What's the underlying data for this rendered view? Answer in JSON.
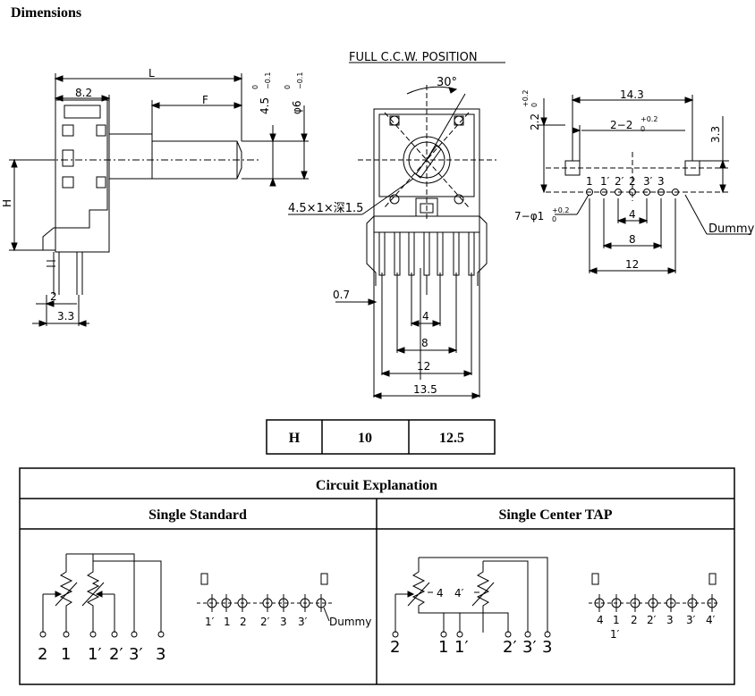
{
  "heading": "Dimensions",
  "side_view": {
    "L": "L",
    "d82": "8.2",
    "F": "F",
    "h45": "4.5",
    "h45_tol_top": "0",
    "h45_tol_bot": "−0.1",
    "phi6": "φ6",
    "phi6_tol_top": "0",
    "phi6_tol_bot": "−0.1",
    "H": "H",
    "d2": "2",
    "d33": "3.3"
  },
  "front_view": {
    "title": "FULL C.C.W. POSITION",
    "angle": "30°",
    "hole": "4.5×1×深1.5",
    "d07": "0.7",
    "d4": "4",
    "d8": "8",
    "d12": "12",
    "d135": "13.5"
  },
  "pin_view": {
    "d143": "14.3",
    "d22": "2.2",
    "d22_tol_top": "+0.2",
    "d22_tol_bot": "0",
    "d2x2": "2−2",
    "d2x2_tol_top": "+0.2",
    "d2x2_tol_bot": "0",
    "d33": "3.3",
    "holes": "7−φ1",
    "holes_tol_top": "+0.2",
    "holes_tol_bot": "0",
    "pins": [
      "1",
      "1′",
      "2′",
      "2",
      "3′",
      "3"
    ],
    "d4": "4",
    "d8": "8",
    "d12": "12",
    "dummy": "Dummy"
  },
  "h_table": {
    "label": "H",
    "v1": "10",
    "v2": "12.5"
  },
  "circuit": {
    "title": "Circuit Explanation",
    "left_header": "Single Standard",
    "right_header": "Single Center TAP",
    "std_schem_pins": [
      "2",
      "1",
      "1′",
      "2′",
      "3′",
      "3"
    ],
    "std_layout_pins": [
      "1′",
      "1",
      "2",
      "2′",
      "3",
      "3′"
    ],
    "std_dummy": "Dummy",
    "tap_schem_pins": [
      "2",
      "1",
      "1′",
      "2′",
      "3′",
      "3"
    ],
    "tap_schem_4": "4",
    "tap_schem_4p": "4′",
    "tap_layout_pins": [
      "4",
      "1",
      "2",
      "2′",
      "3",
      "3′",
      "4′"
    ],
    "tap_layout_1p": "1′"
  }
}
